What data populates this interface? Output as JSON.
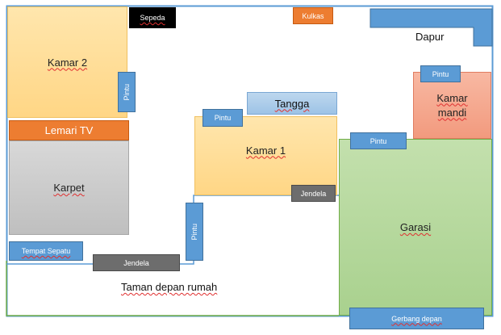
{
  "diagram": {
    "colors": {
      "outline": "#5b9bd5",
      "garden_border": "#70ad47",
      "room_orange": "#ffe0a0",
      "bathroom": "#f4a890",
      "garage": "#a9d18e",
      "door_blue": "#5b9bd5",
      "tv_orange": "#ed7d31",
      "rug_gray": "#c8c8c8",
      "window_gray": "#6d6d6d",
      "stairs_blue": "#9dc3e6",
      "bike_black": "#000000"
    },
    "labels": {
      "kamar2": "Kamar 2",
      "sepeda": "Sepeda",
      "kulkas": "Kulkas",
      "dapur": "Dapur",
      "pintu_kamar2": "Pintu",
      "pintu_dapur": "Pintu",
      "kamar_mandi": "Kamar mandi",
      "tangga": "Tangga",
      "pintu_kamar1": "Pintu",
      "lemari_tv": "Lemari TV",
      "kamar1": "Kamar 1",
      "pintu_garasi": "Pintu",
      "karpet": "Karpet",
      "jendela_kamar1": "Jendela",
      "pintu_depan": "Pintu",
      "garasi": "Garasi",
      "tempat_sepatu": "Tempat Sepatu",
      "jendela_depan": "Jendela",
      "taman": "Taman depan rumah",
      "gerbang": "Gerbang depan"
    }
  }
}
